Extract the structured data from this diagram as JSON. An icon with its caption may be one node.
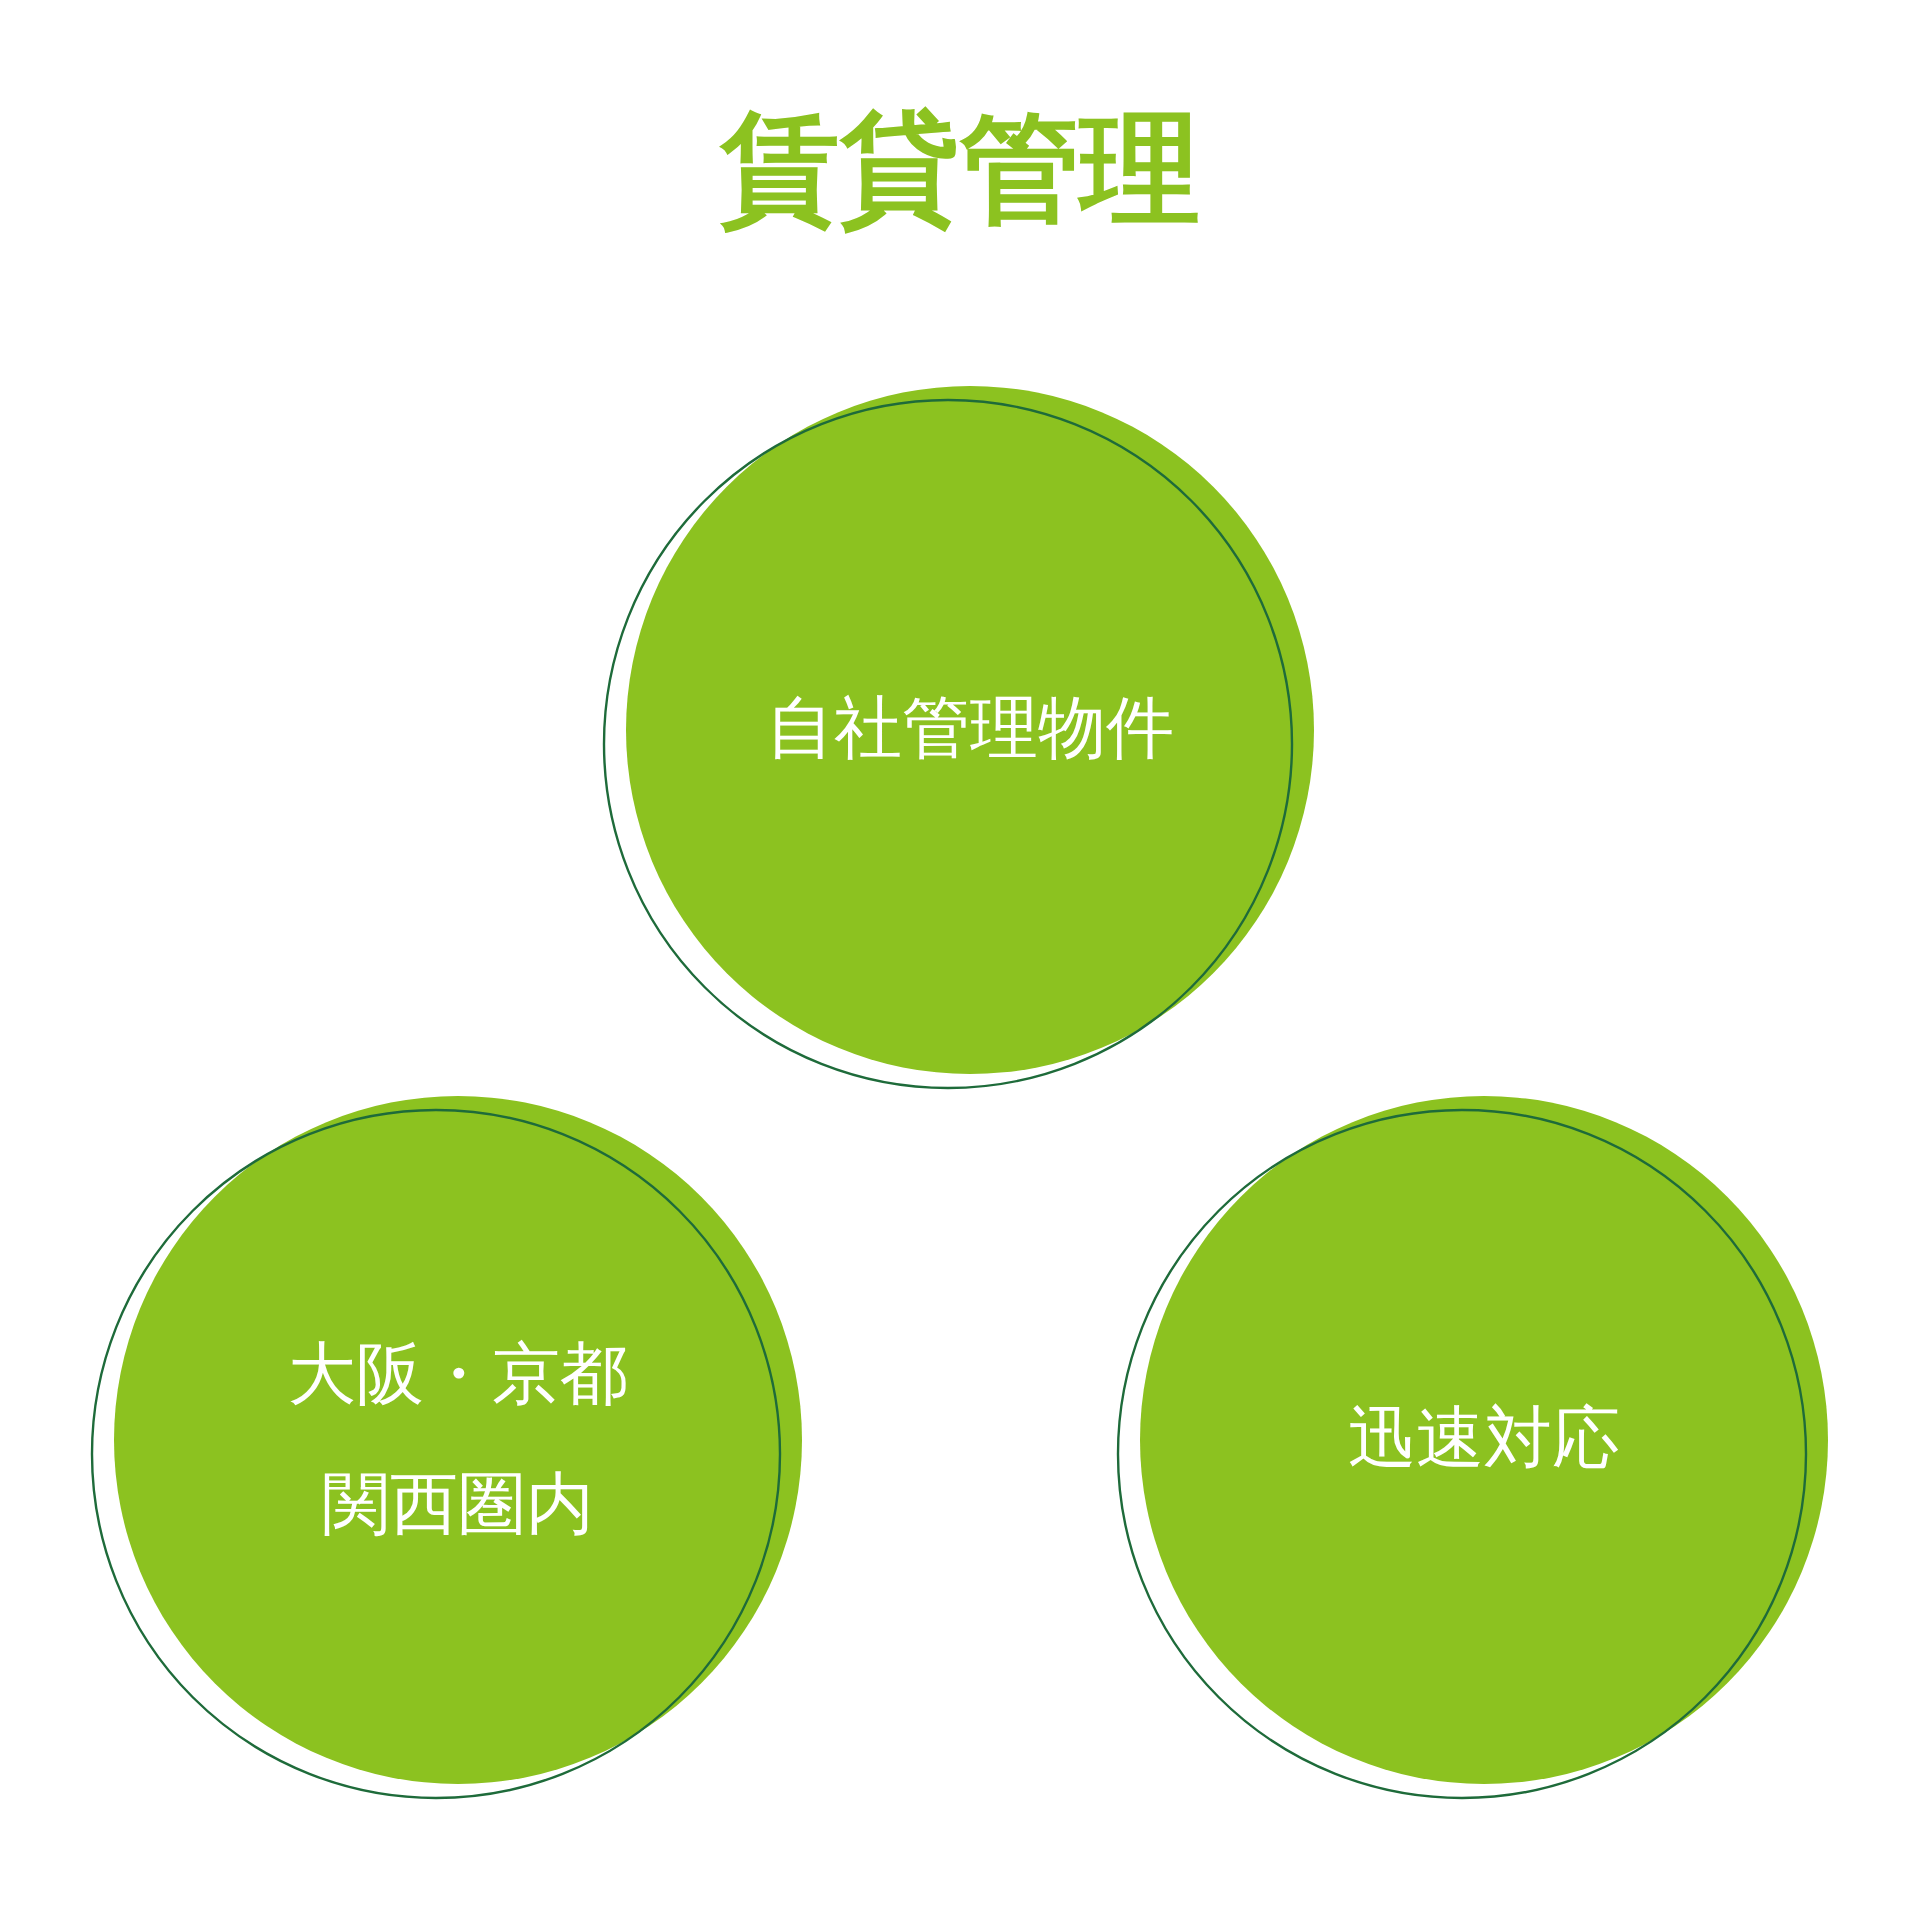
{
  "diagram": {
    "title": "賃貸管理",
    "nodes": [
      {
        "text": [
          "自社管理物件"
        ]
      },
      {
        "text": [
          "大阪・京都関西圏内"
        ]
      },
      {
        "text": [
          "迅速対応"
        ]
      }
    ]
  }
}
